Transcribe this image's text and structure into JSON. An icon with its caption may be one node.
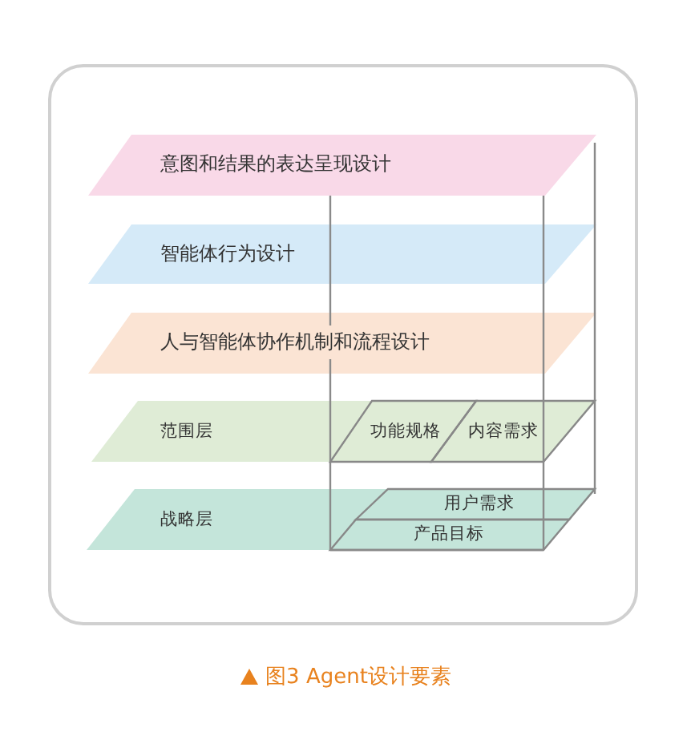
{
  "diagram": {
    "caption": "图3 Agent设计要素",
    "nodes": [
      {
        "text": [
          "意图和结果的表达呈现设计"
        ]
      },
      {
        "text": [
          "智能体行为设计"
        ]
      },
      {
        "text": [
          "人与智能体协作机制和流程设计"
        ]
      },
      {
        "text": [
          "范围层"
        ]
      },
      {
        "text": [
          "战略层"
        ]
      },
      {
        "text": [
          "功能规格"
        ],
        "in": 3
      },
      {
        "text": [
          "内容需求"
        ],
        "in": 3
      },
      {
        "text": [
          "用户需求"
        ],
        "in": 4
      },
      {
        "text": [
          "产品目标"
        ],
        "in": 4
      }
    ]
  }
}
